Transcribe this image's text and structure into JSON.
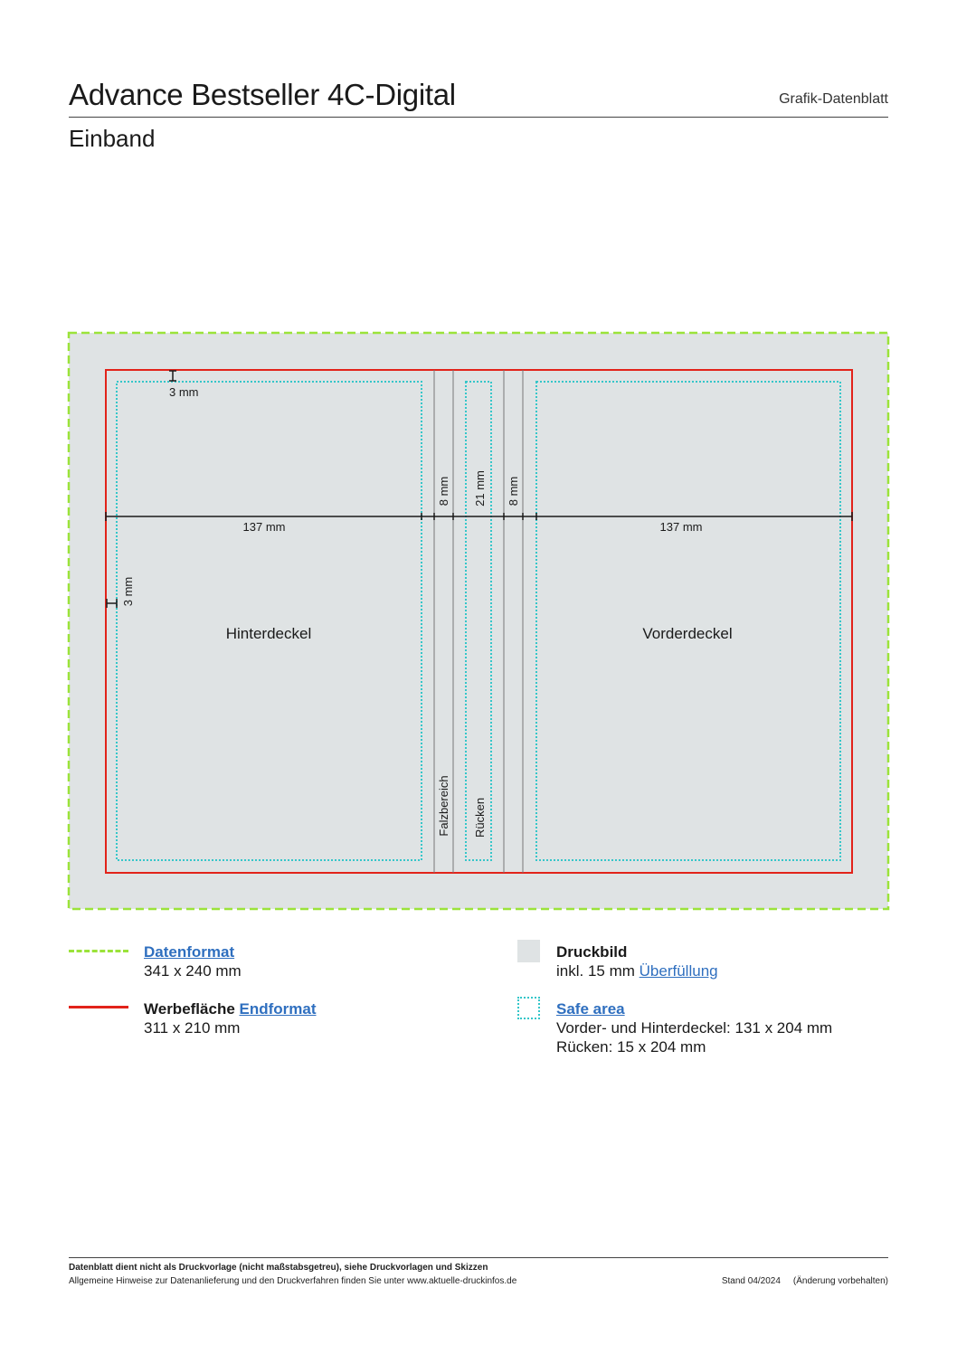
{
  "header": {
    "title": "Advance Bestseller 4C-Digital",
    "doc_type": "Grafik-Datenblatt",
    "subtitle": "Einband"
  },
  "diagram": {
    "labels": {
      "top_margin": "3 mm",
      "left_margin": "3 mm",
      "back_width": "137 mm",
      "front_width": "137 mm",
      "hinge_left": "8 mm",
      "spine_width": "21 mm",
      "hinge_right": "8 mm",
      "back_cover": "Hinterdeckel",
      "front_cover": "Vorderdeckel",
      "fold_area": "Falzbereich",
      "spine": "Rücken"
    }
  },
  "legend": {
    "data_format": {
      "title": "Datenformat",
      "size": "341 x 240 mm"
    },
    "end_format": {
      "title_prefix": "Werbefläche",
      "title_link": "Endformat",
      "size": "311 x 210 mm"
    },
    "print_image": {
      "title": "Druckbild",
      "text_prefix": "inkl. 15 mm",
      "text_link": "Überfüllung"
    },
    "safe_area": {
      "title": "Safe area",
      "line1": "Vorder- und Hinterdeckel: 131 x 204 mm",
      "line2": "Rücken: 15 x 204 mm"
    }
  },
  "footer": {
    "note_bold": "Datenblatt dient nicht als Druckvorlage (nicht maßstabsgetreu), siehe Druckvorlagen und Skizzen",
    "note": "Allgemeine Hinweise zur Datenanlieferung und den Druckverfahren finden Sie unter www.aktuelle-druckinfos.de",
    "stand": "Stand 04/2024",
    "change_note": "(Änderung vorbehalten)"
  },
  "colors": {
    "data_format": "#9be33a",
    "end_format": "#e2231a",
    "print_image": "#dfe3e4",
    "safe_area": "#35c6c9",
    "link": "#2f6fbf"
  }
}
